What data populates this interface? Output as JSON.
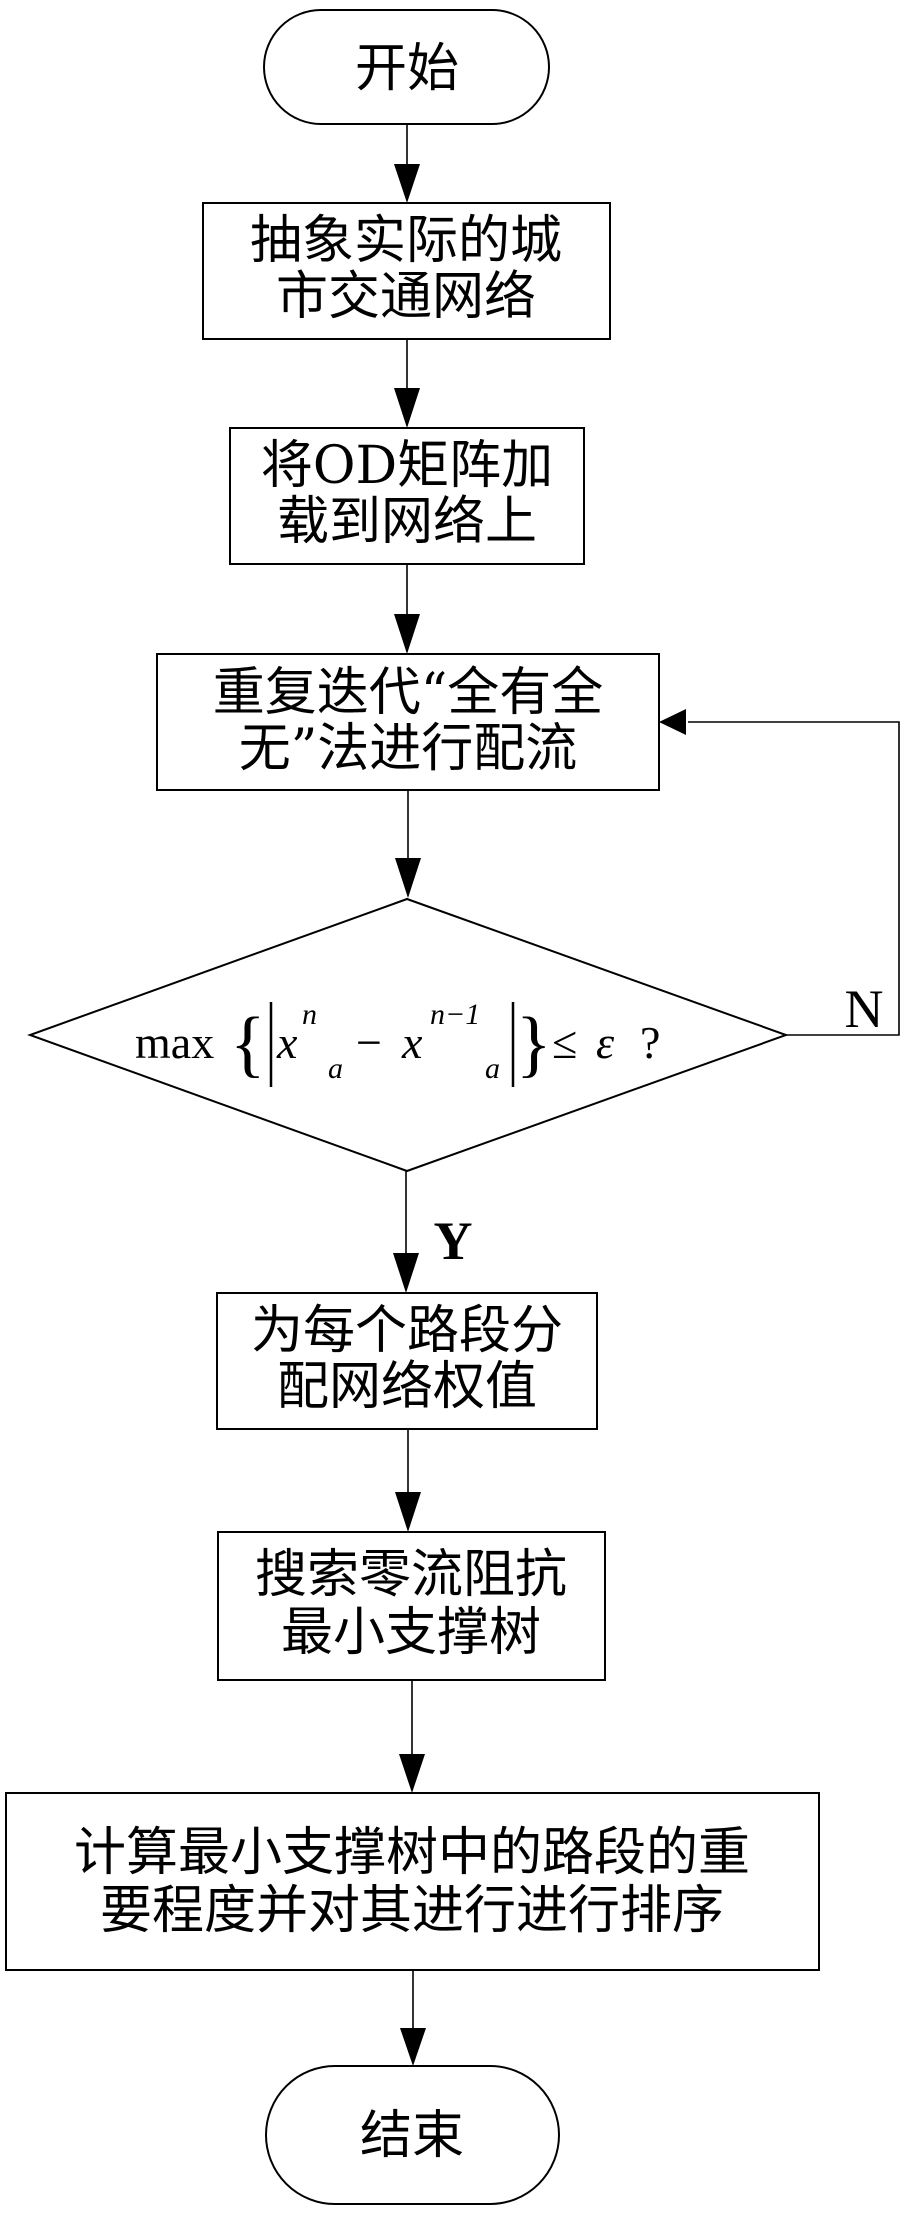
{
  "flowchart": {
    "start": {
      "label": "开始"
    },
    "steps": [
      {
        "id": "step1",
        "lines": [
          "抽象实际的城",
          "市交通网络"
        ]
      },
      {
        "id": "step2",
        "lines": [
          "将OD矩阵加",
          "载到网络上"
        ]
      },
      {
        "id": "step3",
        "lines": [
          "重复迭代“全有全",
          "无”法进行配流"
        ]
      }
    ],
    "decision": {
      "prefix": "max",
      "x": "x",
      "sup1": "n",
      "sub1": "a",
      "minus": "−",
      "sup2": "n−1",
      "sub2": "a",
      "le": "≤",
      "epsilon": "ε",
      "question": "?",
      "yes_label": "Y",
      "no_label": "N"
    },
    "steps_after": [
      {
        "id": "step4",
        "lines": [
          "为每个路段分",
          "配网络权值"
        ]
      },
      {
        "id": "step5",
        "lines": [
          "搜索零流阻抗",
          "最小支撑树"
        ]
      },
      {
        "id": "step6",
        "lines": [
          "计算最小支撑树中的路段的重",
          "要程度并对其进行进行排序"
        ]
      }
    ],
    "end": {
      "label": "结束"
    }
  }
}
